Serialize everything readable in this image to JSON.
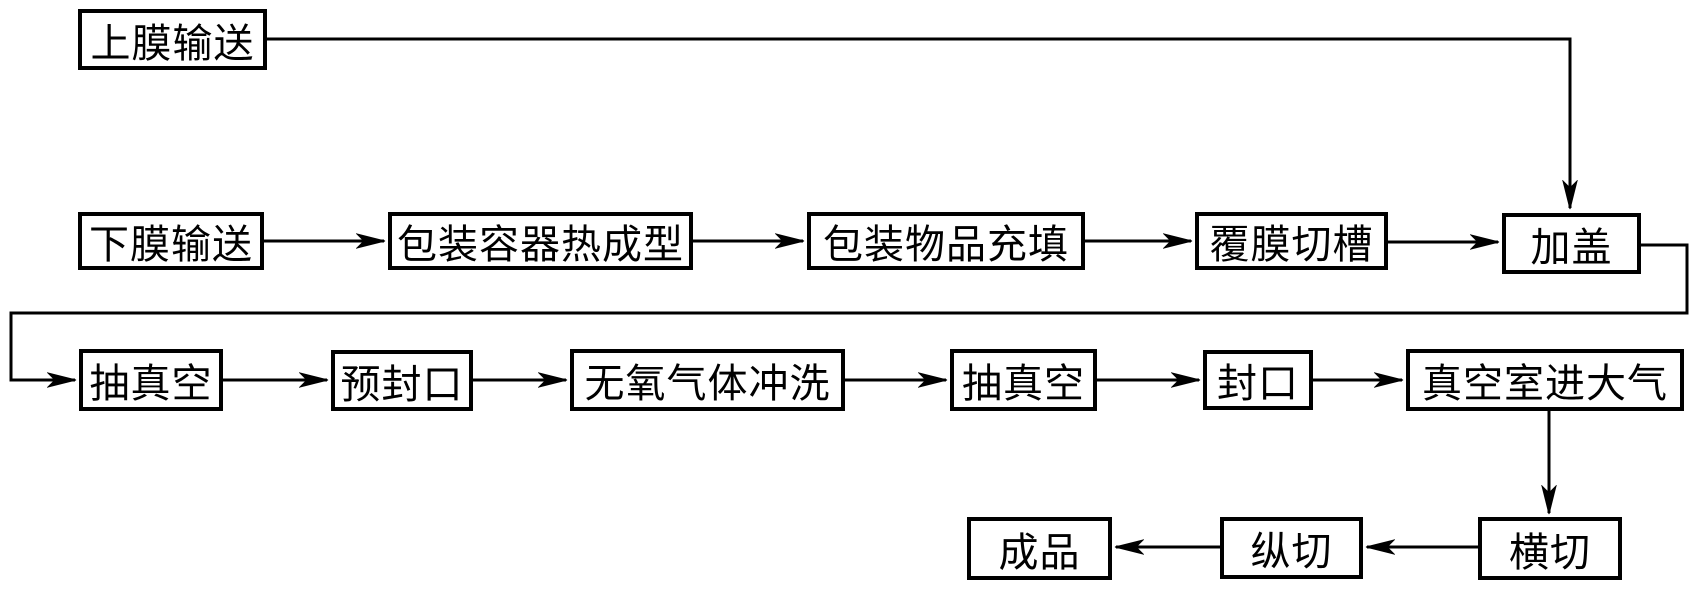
{
  "page": {
    "background_color": "#ffffff",
    "line_color": "#000000",
    "text_color": "#000000"
  },
  "diagram": {
    "type": "flowchart",
    "description": "Thermoform vacuum packaging machine process flow",
    "nodes": [
      {
        "id": "top-film-feed",
        "label": "上膜输送"
      },
      {
        "id": "bottom-film-feed",
        "label": "下膜输送"
      },
      {
        "id": "container-thermoforming",
        "label": "包装容器热成型"
      },
      {
        "id": "item-filling",
        "label": "包装物品充填"
      },
      {
        "id": "film-slot-cutting",
        "label": "覆膜切槽"
      },
      {
        "id": "capping",
        "label": "加盖"
      },
      {
        "id": "vacuum-1",
        "label": "抽真空"
      },
      {
        "id": "pre-seal",
        "label": "预封口"
      },
      {
        "id": "oxygen-free-gas-flush",
        "label": "无氧气体冲洗"
      },
      {
        "id": "vacuum-2",
        "label": "抽真空"
      },
      {
        "id": "seal",
        "label": "封口"
      },
      {
        "id": "vacuum-chamber-vent",
        "label": "真空室进大气"
      },
      {
        "id": "cross-cut",
        "label": "横切"
      },
      {
        "id": "longitudinal-cut",
        "label": "纵切"
      },
      {
        "id": "finished-product",
        "label": "成品"
      }
    ],
    "edges": [
      {
        "from": "top-film-feed",
        "to": "capping"
      },
      {
        "from": "bottom-film-feed",
        "to": "container-thermoforming"
      },
      {
        "from": "container-thermoforming",
        "to": "item-filling"
      },
      {
        "from": "item-filling",
        "to": "film-slot-cutting"
      },
      {
        "from": "film-slot-cutting",
        "to": "capping"
      },
      {
        "from": "capping",
        "to": "vacuum-1"
      },
      {
        "from": "vacuum-1",
        "to": "pre-seal"
      },
      {
        "from": "pre-seal",
        "to": "oxygen-free-gas-flush"
      },
      {
        "from": "oxygen-free-gas-flush",
        "to": "vacuum-2"
      },
      {
        "from": "vacuum-2",
        "to": "seal"
      },
      {
        "from": "seal",
        "to": "vacuum-chamber-vent"
      },
      {
        "from": "vacuum-chamber-vent",
        "to": "cross-cut"
      },
      {
        "from": "cross-cut",
        "to": "longitudinal-cut"
      },
      {
        "from": "longitudinal-cut",
        "to": "finished-product"
      }
    ]
  }
}
